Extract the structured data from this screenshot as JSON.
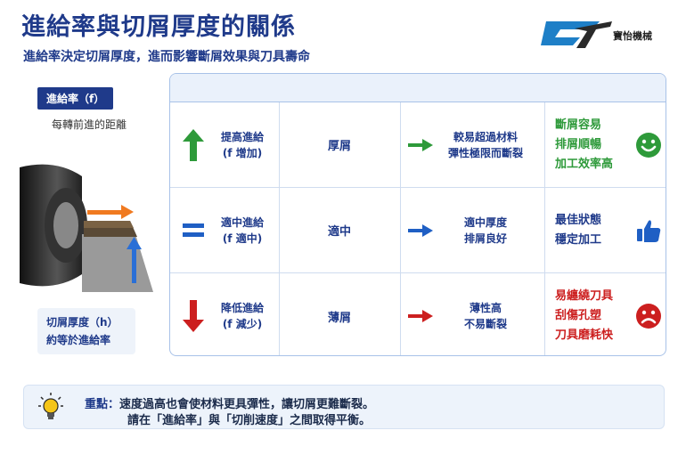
{
  "header": {
    "title": "進給率與切屑厚度的關係",
    "subtitle": "進給率決定切屑厚度，進而影響斷屑效果與刀具壽命",
    "brand": "寶怡機械"
  },
  "left": {
    "tag": "進給率（f）",
    "tag_sub": "每轉前進的距離",
    "bottom_line1": "切屑厚度（h）",
    "bottom_line2": "約等於進給率"
  },
  "rows": [
    {
      "feed_line1": "提高進給",
      "feed_line2": "(f 增加)",
      "thickness": "厚屑",
      "effect_line1": "較易超過材料",
      "effect_line2": "彈性極限而斷裂",
      "result_line1": "斷屑容易",
      "result_line2": "排屑順暢",
      "result_line3": "加工效率高",
      "icon": "up-arrow-icon",
      "face": "smile-face-icon",
      "color": "#2e9a3a"
    },
    {
      "feed_line1": "適中進給",
      "feed_line2": "(f 適中)",
      "thickness": "適中",
      "effect_line1": "適中厚度",
      "effect_line2": "排屑良好",
      "result_line1": "最佳狀態",
      "result_line2": "穩定加工",
      "icon": "equals-icon",
      "face": "thumbs-up-icon",
      "color": "#1f5fc4"
    },
    {
      "feed_line1": "降低進給",
      "feed_line2": "(f 減少)",
      "thickness": "薄屑",
      "effect_line1": "薄性高",
      "effect_line2": "不易斷裂",
      "result_line1": "易纏繞刀具",
      "result_line2": "刮傷孔塑",
      "result_line3": "刀具磨耗快",
      "icon": "down-arrow-icon",
      "face": "sad-face-icon",
      "color": "#cc1f1f"
    }
  ],
  "note": {
    "label": "重點：",
    "line1": "速度過高也會使材料更具彈性，讓切屑更難斷裂。",
    "line2": "請在「進給率」與「切削速度」之間取得平衡。"
  }
}
